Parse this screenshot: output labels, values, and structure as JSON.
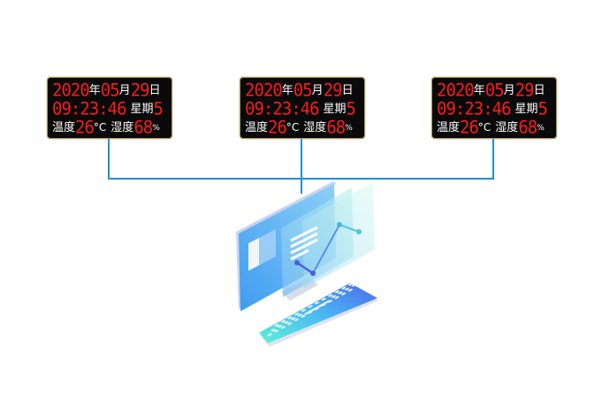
{
  "diagram": {
    "type": "network-topology",
    "connector_color": "#1e8fd8",
    "displays": [
      {
        "year": "2020",
        "year_unit": "年",
        "month": "05",
        "month_unit": "月",
        "day": "29",
        "day_unit": "日",
        "time": "09:23:46",
        "weekday_label": "星期",
        "weekday": "5",
        "temp_label": "温度",
        "temp": "26",
        "temp_unit": "°C",
        "humidity_label": "湿度",
        "humidity": "68",
        "humidity_unit": "%"
      },
      {
        "year": "2020",
        "year_unit": "年",
        "month": "05",
        "month_unit": "月",
        "day": "29",
        "day_unit": "日",
        "time": "09:23:46",
        "weekday_label": "星期",
        "weekday": "5",
        "temp_label": "温度",
        "temp": "26",
        "temp_unit": "°C",
        "humidity_label": "湿度",
        "humidity": "68",
        "humidity_unit": "%"
      },
      {
        "year": "2020",
        "year_unit": "年",
        "month": "05",
        "month_unit": "月",
        "day": "29",
        "day_unit": "日",
        "time": "09:23:46",
        "weekday_label": "星期",
        "weekday": "5",
        "temp_label": "温度",
        "temp": "26",
        "temp_unit": "°C",
        "humidity_label": "湿度",
        "humidity": "68",
        "humidity_unit": "%"
      }
    ],
    "display_colors": {
      "digit": "#ff1a1a",
      "label": "#ffffff",
      "background": "#0a0a0a",
      "border": "#b89a5a"
    },
    "computer": {
      "icon": "desktop-computer-icon",
      "accent_start": "#3aa0f0",
      "accent_end": "#5ff0d8"
    }
  }
}
